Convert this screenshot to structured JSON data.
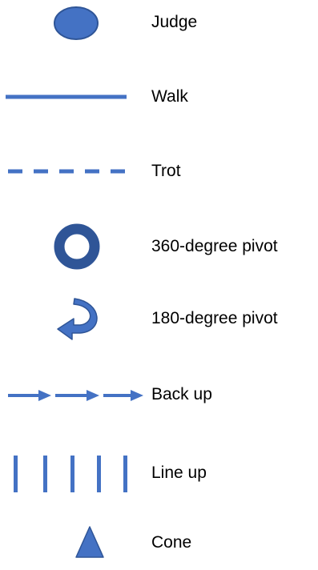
{
  "colors": {
    "symbol_fill": "#4472C4",
    "symbol_dark": "#2F5597",
    "text": "#000000"
  },
  "legend": {
    "items": [
      {
        "label": "Judge",
        "icon": "judge-ellipse-icon"
      },
      {
        "label": "Walk",
        "icon": "solid-line-icon"
      },
      {
        "label": "Trot",
        "icon": "dashed-line-icon"
      },
      {
        "label": "360-degree pivot",
        "icon": "ring-icon"
      },
      {
        "label": "180-degree pivot",
        "icon": "curved-arrow-icon"
      },
      {
        "label": "Back up",
        "icon": "arrow-chain-icon"
      },
      {
        "label": "Line up",
        "icon": "vertical-bars-icon"
      },
      {
        "label": "Cone",
        "icon": "triangle-cone-icon"
      }
    ]
  }
}
